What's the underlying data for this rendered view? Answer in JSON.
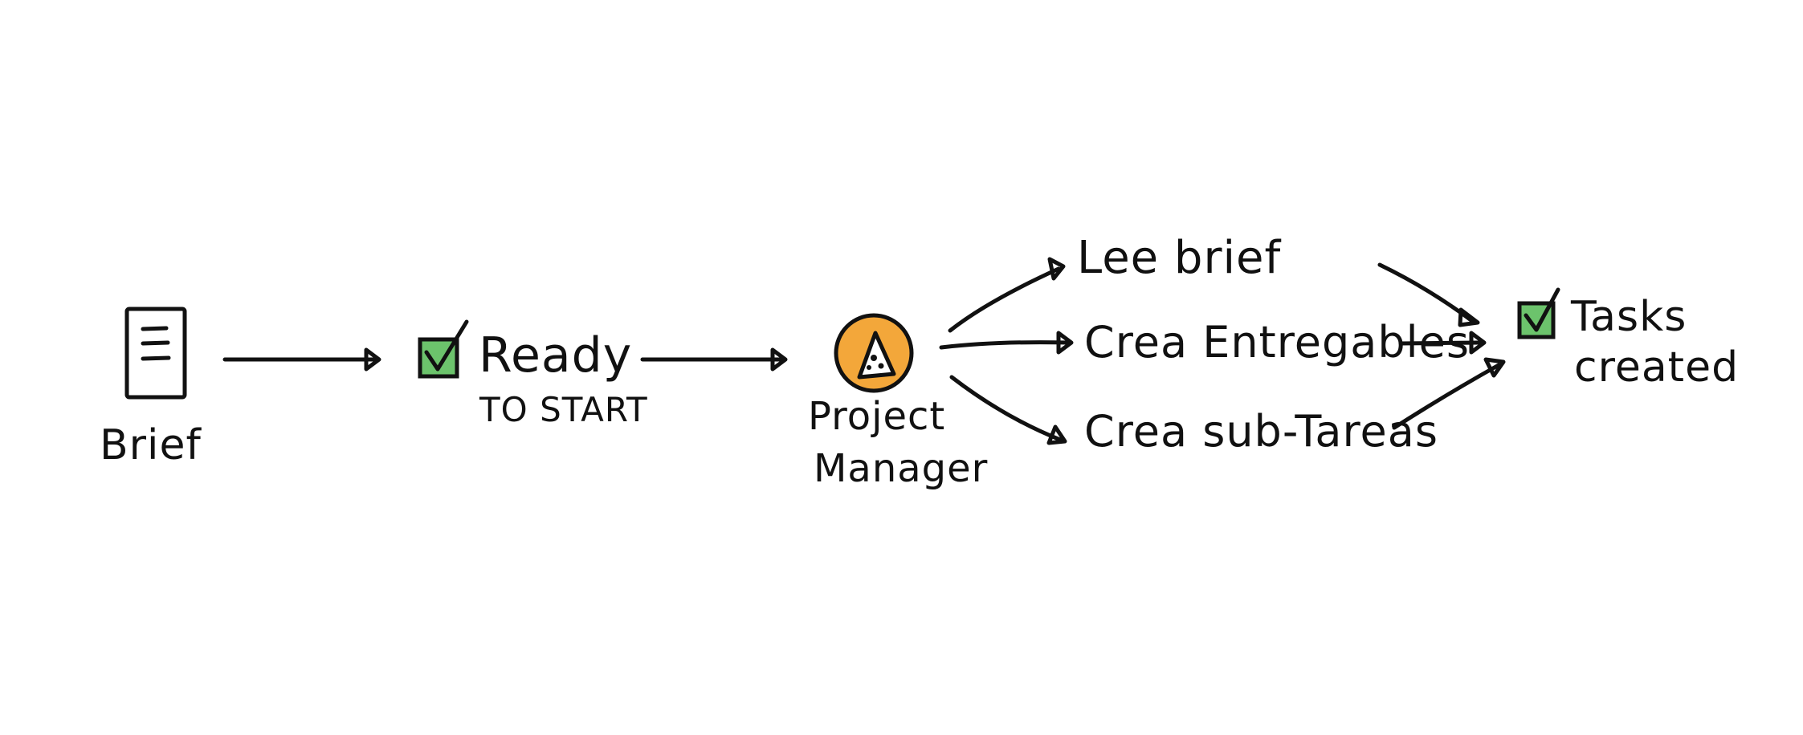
{
  "nodes": {
    "brief": {
      "label": "Brief"
    },
    "ready": {
      "line1": "Ready",
      "line2": "TO START"
    },
    "pm": {
      "line1": "Project",
      "line2": "Manager"
    },
    "tasks": {
      "line1": "Tasks",
      "line2": "created"
    }
  },
  "steps": [
    {
      "label": "Lee brief"
    },
    {
      "label": "Crea Entregables"
    },
    {
      "label": "Crea sub-Tareas"
    }
  ],
  "colors": {
    "ink": "#111111",
    "check_green": "#6cc36c",
    "pm_orange": "#f3a73a"
  },
  "icons": {
    "document": "document-icon",
    "checkbox": "checkbox-checked-icon",
    "project_manager": "pizza-slice-icon"
  }
}
